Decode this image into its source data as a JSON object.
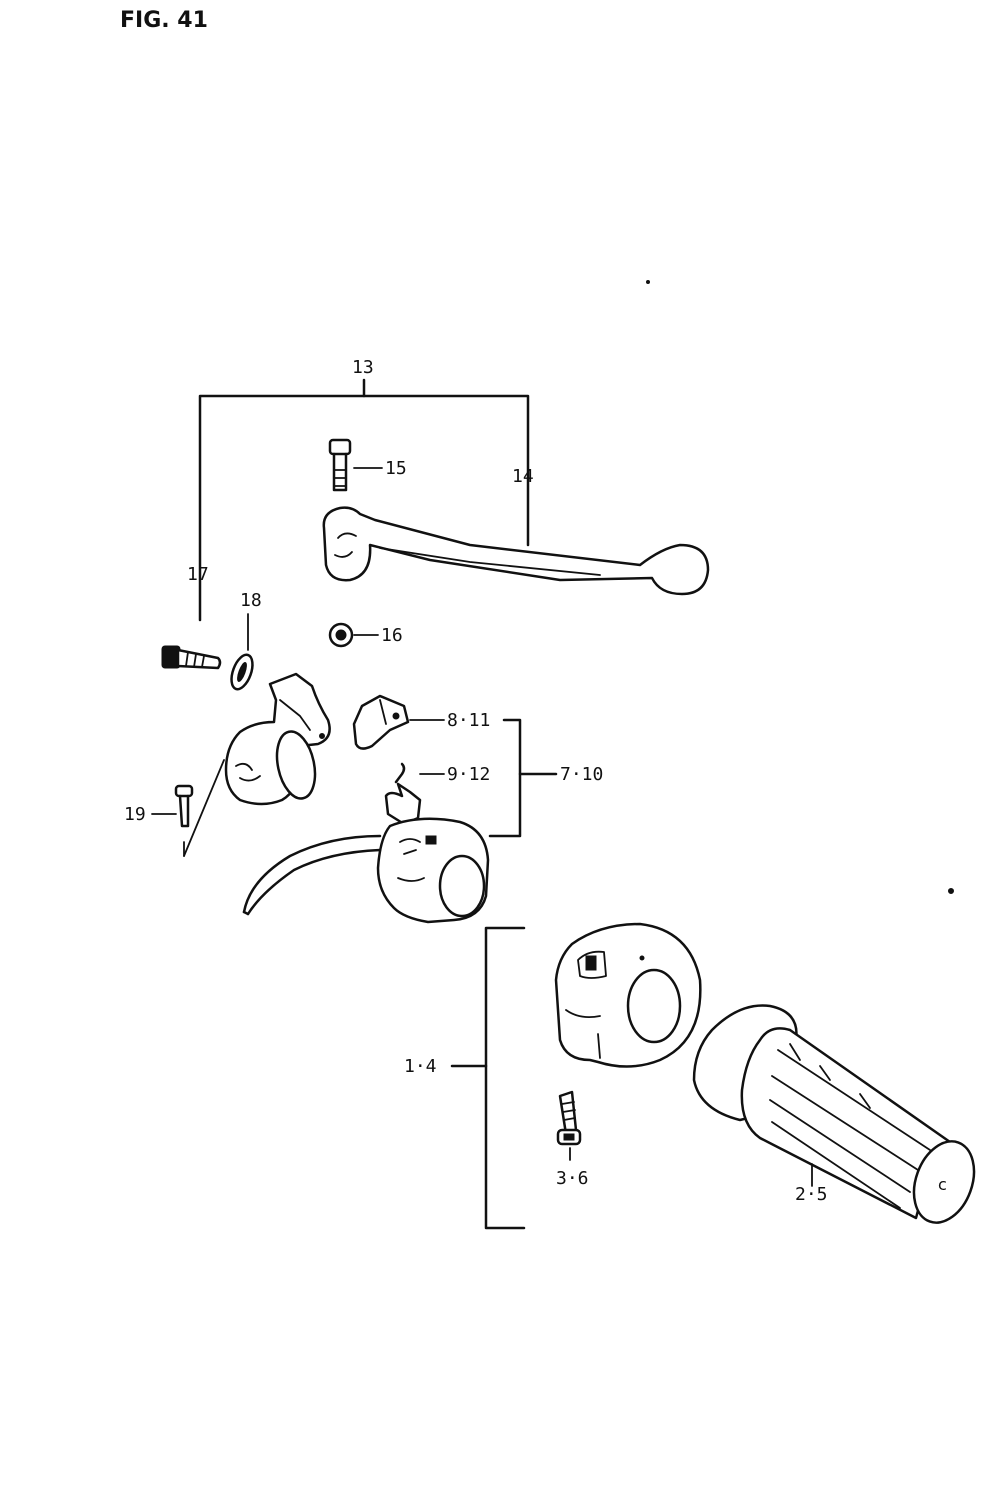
{
  "figure": {
    "title": "FIG. 41"
  },
  "callouts": {
    "c13": "13",
    "c14": "14",
    "c15": "15",
    "c16": "16",
    "c17": "17",
    "c18": "18",
    "c19": "19",
    "c8_11": "8·11",
    "c9_12": "9·12",
    "c7_10": "7·10",
    "c1_4": "1·4",
    "c3_6": "3·6",
    "c2_5": "2·5"
  },
  "part_drawings": [
    "bolt",
    "lever",
    "nut",
    "pivot-bolt",
    "washer",
    "lever-holder",
    "screw",
    "switch-knob",
    "switch-lever",
    "left-switch-housing",
    "throttle-housing",
    "housing-screw",
    "grip"
  ]
}
